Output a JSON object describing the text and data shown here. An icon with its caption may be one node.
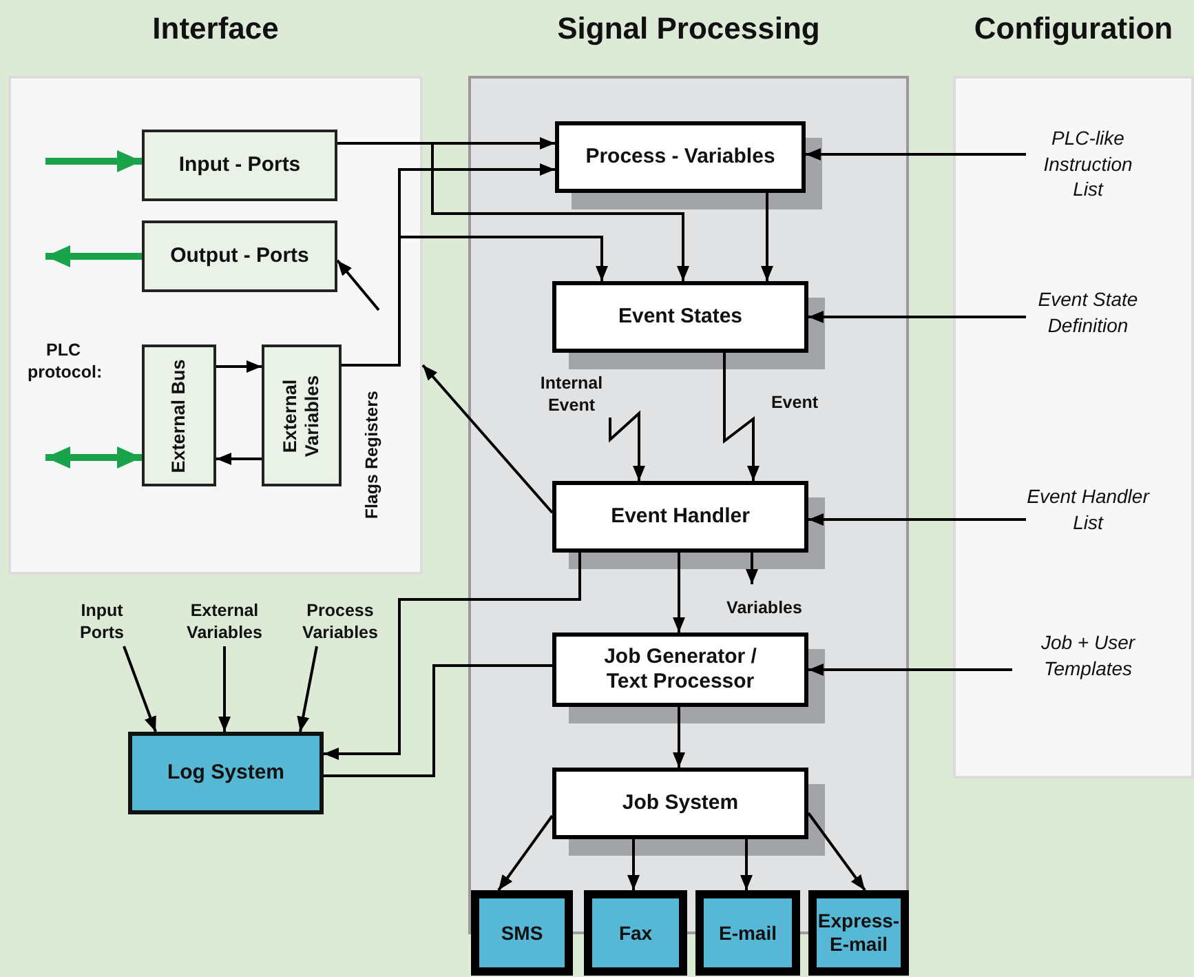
{
  "diagram": {
    "nodes": [
      {
        "text": [
          "Interface"
        ]
      },
      {
        "text": [
          "Signal Processing"
        ]
      },
      {
        "text": [
          "Configuration"
        ]
      },
      {
        "text": [
          "Input - Ports"
        ],
        "in": 0
      },
      {
        "text": [
          "Output - Ports"
        ],
        "in": 0
      },
      {
        "text": [
          "External Bus"
        ],
        "in": 0
      },
      {
        "text": [
          "External Variables"
        ],
        "in": 0
      },
      {
        "text": [
          "Process - Variables"
        ],
        "in": 1
      },
      {
        "text": [
          "Event States"
        ],
        "in": 1
      },
      {
        "text": [
          "Event Handler"
        ],
        "in": 1
      },
      {
        "text": [
          "Job Generator / Text Processor"
        ],
        "in": 1
      },
      {
        "text": [
          "Job System"
        ],
        "in": 1
      },
      {
        "text": [
          "SMS"
        ]
      },
      {
        "text": [
          "Fax"
        ]
      },
      {
        "text": [
          "E-mail"
        ]
      },
      {
        "text": [
          "Express- E-mail"
        ]
      },
      {
        "text": [
          "PLC-like Instruction List"
        ],
        "in": 2
      },
      {
        "text": [
          "Event State Definition"
        ],
        "in": 2
      },
      {
        "text": [
          "Event Handler List"
        ],
        "in": 2
      },
      {
        "text": [
          "Job + User Templates"
        ],
        "in": 2
      },
      {
        "text": [
          "Log System"
        ]
      },
      {
        "text": [
          "Input Ports"
        ]
      },
      {
        "text": [
          "External Variables"
        ]
      },
      {
        "text": [
          "Process Variables"
        ]
      }
    ],
    "edges": [
      {
        "from": null,
        "to": 3,
        "arrow": "to",
        "style": "thick",
        "color": "#1aa34a"
      },
      {
        "from": 4,
        "to": null,
        "arrow": "to",
        "style": "thick",
        "color": "#1aa34a"
      },
      {
        "from": null,
        "to": 5,
        "arrow": "both",
        "style": "thick",
        "color": "#1aa34a"
      },
      {
        "from": 5,
        "to": 6,
        "arrow": "to"
      },
      {
        "from": 6,
        "to": 5,
        "arrow": "to"
      },
      {
        "from": 3,
        "to": 7,
        "arrow": "to"
      },
      {
        "from": 3,
        "to": 8,
        "arrow": "to"
      },
      {
        "from": 6,
        "to": 7,
        "arrow": "to"
      },
      {
        "from": 6,
        "to": 8,
        "arrow": "to"
      },
      {
        "from": 7,
        "to": 8,
        "arrow": "to"
      },
      {
        "from": 16,
        "to": 7,
        "arrow": "to"
      },
      {
        "from": 17,
        "to": 8,
        "arrow": "to"
      },
      {
        "from": 18,
        "to": 9,
        "arrow": "to"
      },
      {
        "from": 19,
        "to": 10,
        "arrow": "to"
      },
      {
        "from": null,
        "to": 9,
        "arrow": "to",
        "label": "Internal Event"
      },
      {
        "from": 8,
        "to": 9,
        "arrow": "to",
        "label": "Event"
      },
      {
        "from": 9,
        "to": null,
        "arrow": "to",
        "label": "Variables"
      },
      {
        "from": 9,
        "to": 0,
        "arrow": "to"
      },
      {
        "from": null,
        "to": 4,
        "arrow": "to"
      },
      {
        "from": 9,
        "to": 10,
        "arrow": "to"
      },
      {
        "from": 9,
        "to": 20,
        "arrow": "to"
      },
      {
        "from": 20,
        "to": 10,
        "arrow": "none"
      },
      {
        "from": 10,
        "to": 11,
        "arrow": "to"
      },
      {
        "from": 11,
        "to": 12,
        "arrow": "to"
      },
      {
        "from": 11,
        "to": 13,
        "arrow": "to"
      },
      {
        "from": 11,
        "to": 14,
        "arrow": "to"
      },
      {
        "from": 11,
        "to": 15,
        "arrow": "to"
      },
      {
        "from": 21,
        "to": 20,
        "arrow": "to"
      },
      {
        "from": 22,
        "to": 20,
        "arrow": "to"
      },
      {
        "from": 23,
        "to": 20,
        "arrow": "to"
      }
    ],
    "labels": [
      "PLC protocol:",
      "Flags Registers"
    ]
  }
}
